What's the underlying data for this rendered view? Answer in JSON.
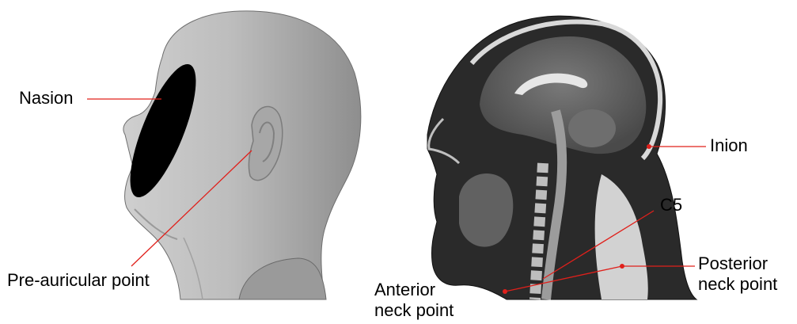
{
  "colors": {
    "leader_line": "#e0201b",
    "marker_dot": "#e0201b",
    "background": "#ffffff"
  },
  "panels": {
    "left": {
      "subject": "3D surface render of head, left side view, face masked"
    },
    "right": {
      "subject": "Sagittal MRI slice of head and neck"
    }
  },
  "labels": {
    "nasion": "Nasion",
    "pre_auricular": "Pre-auricular point",
    "inion": "Inion",
    "c5": "C5",
    "posterior_neck_1": "Posterior",
    "posterior_neck_2": "neck point",
    "anterior_neck_1": "Anterior",
    "anterior_neck_2": "neck point"
  }
}
